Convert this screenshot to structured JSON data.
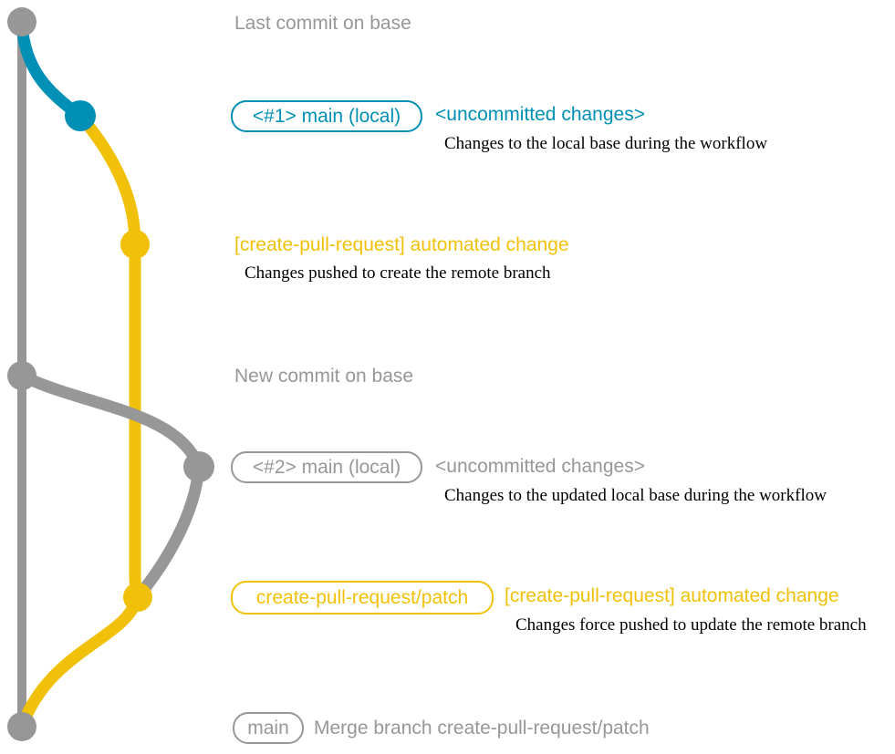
{
  "title": "create-pull-request workflow git graph",
  "colors": {
    "bg": "#ffffff",
    "base": "#979797",
    "local": "#008fb5",
    "patch": "#f1c109",
    "note": "#000000"
  },
  "rows": {
    "last_commit": {
      "message": "Last commit on base"
    },
    "main_local_1": {
      "branch_label": "<#1> main (local)",
      "message": "<uncommitted changes>",
      "note": "Changes to the local base during the workflow"
    },
    "cpr_commit_1": {
      "message": "[create-pull-request] automated change",
      "note": "Changes pushed to create the remote branch"
    },
    "new_commit": {
      "message": "New commit on base"
    },
    "main_local_2": {
      "branch_label": "<#2> main (local)",
      "message": "<uncommitted changes>",
      "note": "Changes to the updated local base during the workflow"
    },
    "cpr_commit_2": {
      "branch_label": "create-pull-request/patch",
      "message": "[create-pull-request] automated change",
      "note": "Changes force pushed to update the remote branch"
    },
    "merge_commit": {
      "branch_label": "main",
      "message": "Merge branch create-pull-request/patch"
    }
  },
  "graph": {
    "branches": [
      "base",
      "main (local)",
      "create-pull-request/patch"
    ],
    "commit_count": 7
  }
}
